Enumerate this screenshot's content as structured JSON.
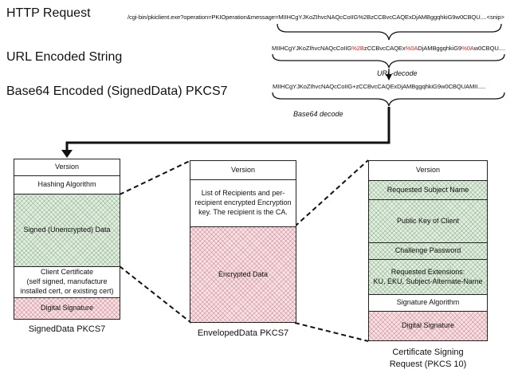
{
  "headings": {
    "http_request": "HTTP Request",
    "url_encoded": "URL Encoded String",
    "base64_encoded": "Base64 Encoded (SignedData) PKCS7"
  },
  "strings": {
    "http_request_value": "/cgi-bin/pkiclient.exe?operation=PKIOperation&message=MIIHCgYJKoZIhvcNAQcCoIIG%2BzCCBvcCAQExDjAMBggqhkiG9w0CBQU....<snip>",
    "url_encoded_parts": [
      {
        "text": "MIIHCgYJKoZIhvcNAQcCoIIG",
        "highlight": false
      },
      {
        "text": "%2B",
        "highlight": true
      },
      {
        "text": "zCCBvcCAQEx",
        "highlight": false
      },
      {
        "text": "%0A",
        "highlight": true
      },
      {
        "text": "DjAMBggqhkiG9",
        "highlight": false
      },
      {
        "text": "%0A",
        "highlight": true
      },
      {
        "text": "w0CBQU....",
        "highlight": false
      }
    ],
    "base64_value": "MIIHCgYJKoZIhvcNAQcCoIIG+zCCBvcCAQExDjAMBggqhkiG9w0CBQUAMII....."
  },
  "steps": {
    "url_decode": "URL-decode",
    "base64_decode": "Base64 decode"
  },
  "signed_data": {
    "fields": [
      {
        "label": "Version",
        "fill": "none"
      },
      {
        "label": "Hashing Algorithm",
        "fill": "none"
      },
      {
        "label": "Signed (Unencrypted) Data",
        "fill": "green"
      },
      {
        "label": "Client Certificate\n(self signed, manufacture installed cert, or existing cert)",
        "fill": "none"
      },
      {
        "label": "Digital Signature",
        "fill": "pink"
      }
    ],
    "caption": "SignedData PKCS7"
  },
  "enveloped_data": {
    "fields": [
      {
        "label": "Version",
        "fill": "none"
      },
      {
        "label": "List of Recipients and per-recipient encrypted Encryption key.  The recipient is the CA.",
        "fill": "none"
      },
      {
        "label": "Encrypted Data",
        "fill": "pink"
      }
    ],
    "caption": "EnvelopedData PKCS7"
  },
  "csr": {
    "fields": [
      {
        "label": "Version",
        "fill": "none"
      },
      {
        "label": "Requested Subject Name",
        "fill": "green"
      },
      {
        "label": "Public Key of Client",
        "fill": "green"
      },
      {
        "label": "Challenge Password",
        "fill": "green"
      },
      {
        "label": "Requested Extensions:\nKU, EKU, Subject-Alternate-Name",
        "fill": "green"
      },
      {
        "label": "Signature Algorithm",
        "fill": "none"
      },
      {
        "label": "Digital Signature",
        "fill": "pink"
      }
    ],
    "caption": "Certificate Signing\nRequest (PKCS 10)"
  }
}
